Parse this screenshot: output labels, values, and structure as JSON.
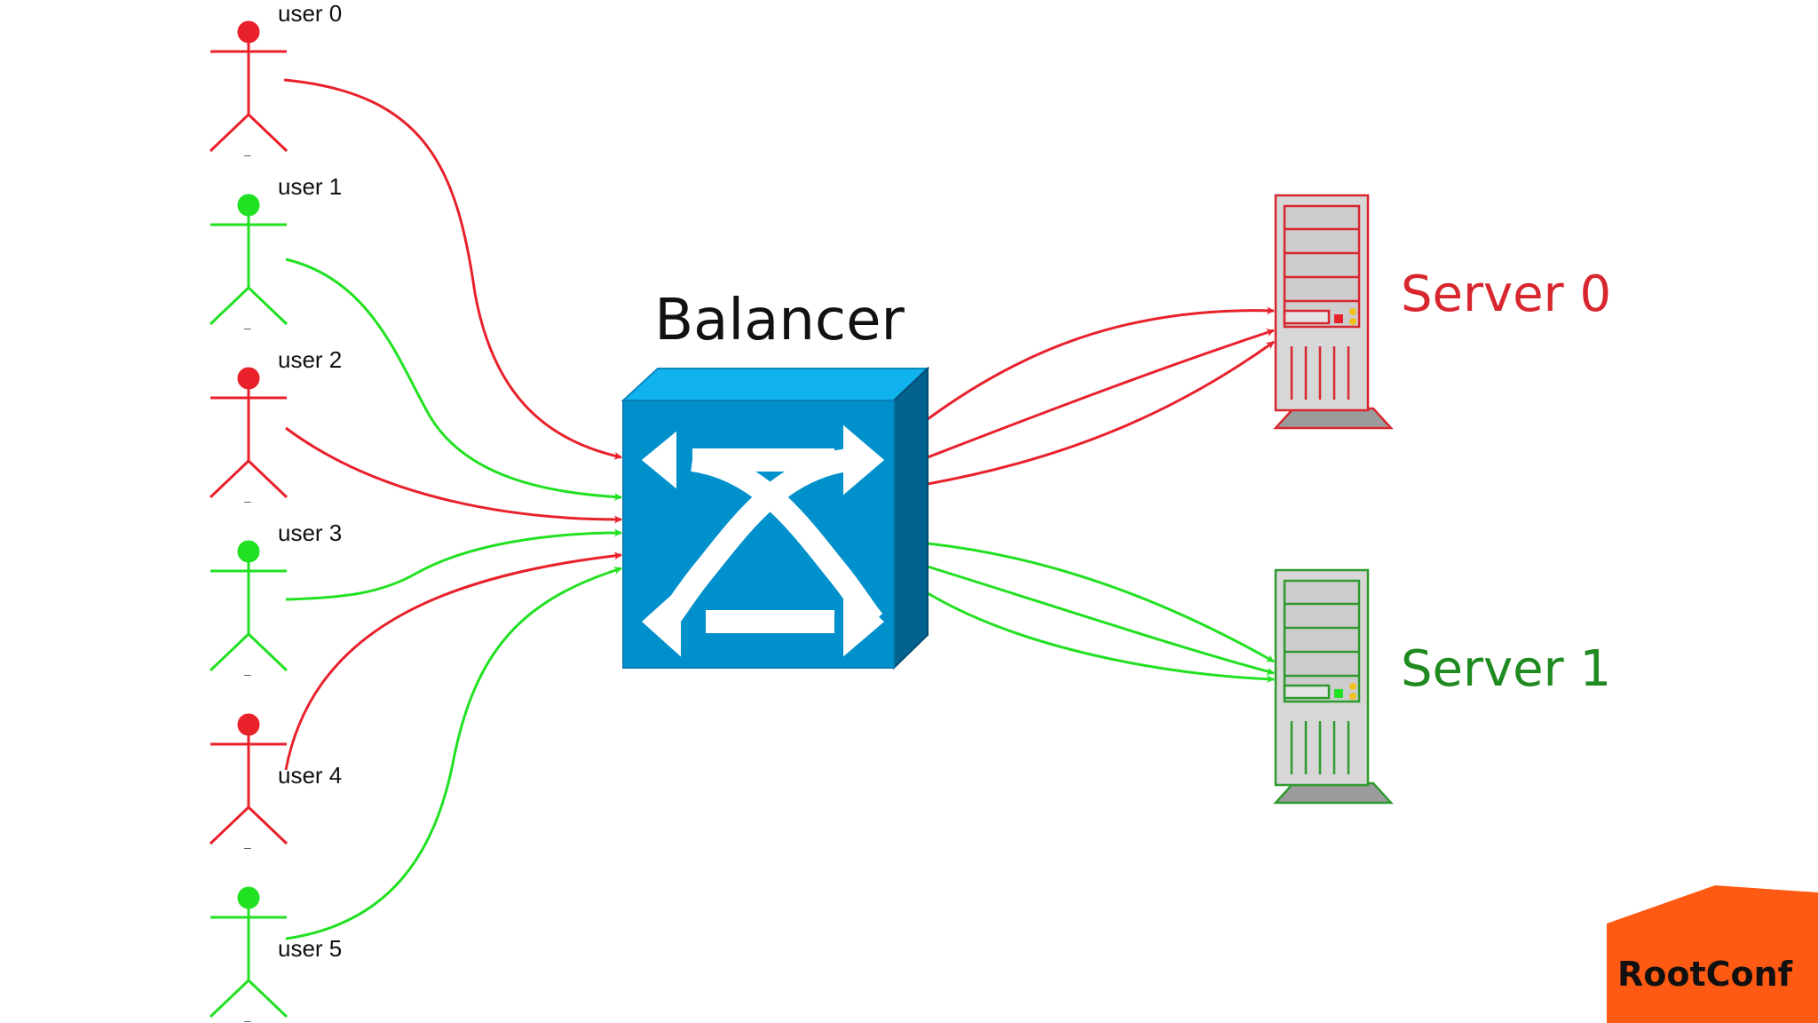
{
  "colors": {
    "red": "#e8212b",
    "green": "#22e022",
    "server0_label": "#d8262e",
    "server1_label": "#1f8a1f",
    "balancer_front": "#0090cc",
    "balancer_top": "#11b3ee",
    "balancer_side": "#04628f",
    "brand": "#ff5a13"
  },
  "users": [
    {
      "label": "user 0",
      "color": "red",
      "target": "server0"
    },
    {
      "label": "user 1",
      "color": "green",
      "target": "server1"
    },
    {
      "label": "user 2",
      "color": "red",
      "target": "server0"
    },
    {
      "label": "user 3",
      "color": "green",
      "target": "server1"
    },
    {
      "label": "user 4",
      "color": "red",
      "target": "server0"
    },
    {
      "label": "user 5",
      "color": "green",
      "target": "server1"
    }
  ],
  "separator": "–",
  "balancer": {
    "label": "Balancer",
    "icon": "crossbar-switch-icon"
  },
  "servers": [
    {
      "label": "Server 0",
      "color": "red"
    },
    {
      "label": "Server 1",
      "color": "green"
    }
  ],
  "brand": {
    "label": "RootConf"
  }
}
